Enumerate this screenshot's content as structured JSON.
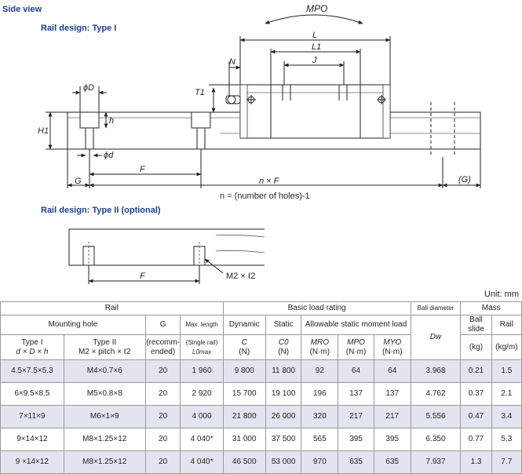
{
  "headings": {
    "side_view": "Side view",
    "type1": "Rail design: Type I",
    "type2": "Rail design: Type II (optional)"
  },
  "drawing": {
    "mpo": "MPO",
    "L": "L",
    "L1": "L1",
    "J": "J",
    "N": "N",
    "T1": "T1",
    "phiD": "ϕD",
    "h": "h",
    "H1": "H1",
    "phid": "ϕd",
    "F": "F",
    "G": "G",
    "nF": "n × F",
    "Gp": "(G)",
    "formula": "n = (number of holes)-1",
    "F2": "F",
    "m2": "M2 × ℓ2"
  },
  "unit": "Unit: mm",
  "table": {
    "group_rail": "Rail",
    "group_basic": "Basic load rating",
    "group_ball_diameter": "Ball diameter",
    "group_mass": "Mass",
    "mounting_hole": "Mounting hole",
    "g_head": "G",
    "g_sub1": "(recomm-",
    "g_sub2": "ended)",
    "maxlen_head": "Max. length",
    "maxlen_sub": "(Single rail)",
    "maxlen_sym": "L0max",
    "dynamic": "Dynamic",
    "static": "Static",
    "moment": "Allowable static moment load",
    "ball_slide": "Ball slide",
    "rail": "Rail",
    "type1": "Type I",
    "type1_sub": "d × D × h",
    "type2": "Type II",
    "type2_sub": "M2 × pitch × ℓ2",
    "c_sym": "C",
    "c0_sym": "C0",
    "mro": "MRO",
    "mpo": "MPO",
    "myo": "MYO",
    "dw": "Dw",
    "unit_n": "(N)",
    "unit_nm": "(N·m)",
    "unit_kg": "(kg)",
    "unit_kgm": "(kg/m)",
    "rows": [
      {
        "t1": "4.5×7.5×5.3",
        "t2": "M4×0.7×6",
        "g": "20",
        "lmax": "1 960",
        "c": "9 800",
        "c0": "11 800",
        "mro": "92",
        "mpo": "64",
        "myo": "64",
        "dw": "3.968",
        "slide": "0.21",
        "rail": "1.5"
      },
      {
        "t1": "6×9.5×8.5",
        "t2": "M5×0.8×8",
        "g": "20",
        "lmax": "2 920",
        "c": "15 700",
        "c0": "19 100",
        "mro": "196",
        "mpo": "137",
        "myo": "137",
        "dw": "4.762",
        "slide": "0.37",
        "rail": "2.1"
      },
      {
        "t1": "7×11×9",
        "t2": "M6×1×9",
        "g": "20",
        "lmax": "4 000",
        "c": "21 800",
        "c0": "26 000",
        "mro": "320",
        "mpo": "217",
        "myo": "217",
        "dw": "5.556",
        "slide": "0.47",
        "rail": "3.4"
      },
      {
        "t1": "9×14×12",
        "t2": "M8×1.25×12",
        "g": "20",
        "lmax": "4 040*",
        "c": "31 000",
        "c0": "37 500",
        "mro": "565",
        "mpo": "395",
        "myo": "395",
        "dw": "6.350",
        "slide": "0.77",
        "rail": "5.3"
      },
      {
        "t1": "9 ×14×12",
        "t2": "M8×1.25×12",
        "g": "20",
        "lmax": "4 040*",
        "c": "46 500",
        "c0": "53 000",
        "mro": "970",
        "mpo": "635",
        "myo": "635",
        "dw": "7.937",
        "slide": "1.3",
        "rail": "7.7"
      }
    ]
  }
}
